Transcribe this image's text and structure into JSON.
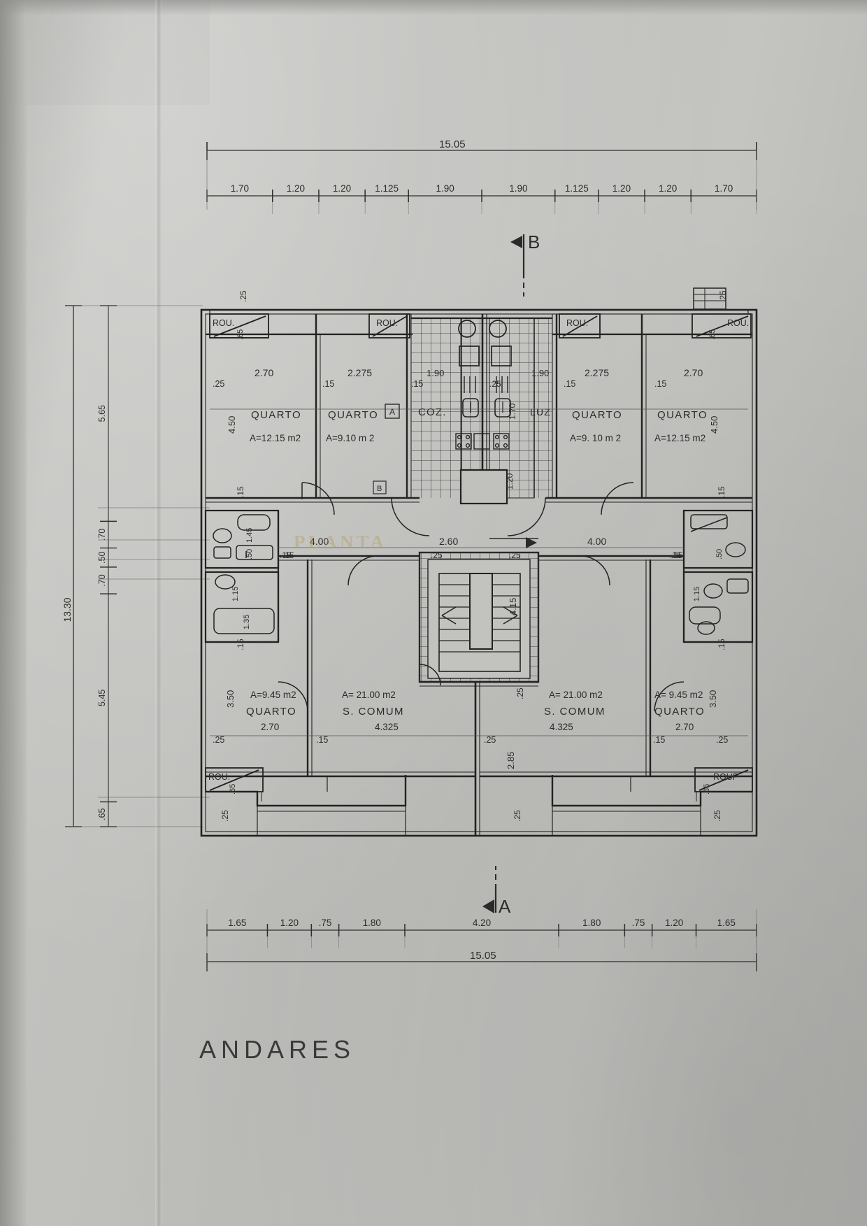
{
  "drawing": {
    "title": "ANDARES",
    "watermark": "PLANTA",
    "overall_width": "15.05",
    "overall_height": "13.30"
  },
  "section_markers": [
    {
      "label": "B",
      "position": "top"
    },
    {
      "label": "A",
      "position": "bottom"
    }
  ],
  "door_markers": [
    {
      "label": "A"
    },
    {
      "label": "B"
    }
  ],
  "dimensions": {
    "top_total": "15.05",
    "top_chain": [
      "1.70",
      "1.20",
      "1.20",
      "1.125",
      "1.90",
      "1.90",
      "1.125",
      "1.20",
      "1.20",
      "1.70"
    ],
    "bottom_total": "15.05",
    "bottom_chain": [
      "1.65",
      "1.20",
      ".75",
      "1.80",
      "4.20",
      "1.80",
      ".75",
      "1.20",
      "1.65"
    ],
    "left_total": "13.30",
    "left_chain": [
      "5.65",
      ".70",
      ".50",
      ".70",
      "5.45",
      ".65"
    ],
    "interior_widths": {
      "left_quarto_a": "2.70",
      "left_quarto_b": "2.275",
      "kitchen": "1.90",
      "right_kitchen": "1.90",
      "right_quarto_b": "2.275",
      "right_quarto_a": "2.70",
      "salon_left": "4.00",
      "salon_center": "2.60",
      "salon_right": "4.00",
      "salon_width_left": "4.325",
      "salon_width_right": "4.325",
      "lower_quarto_left": "2.70",
      "lower_quarto_right": "2.70"
    },
    "wall_thickness": [
      ".25",
      ".15",
      ".25",
      ".15",
      ".25",
      ".15",
      ".25"
    ],
    "interior_heights": {
      "upper_quarto": "4.50",
      "lower_quarto": "3.50",
      "stair_depth": "4.15",
      "entry_depth": "2.85",
      "light_well": "1.70",
      "light_well_b": "1.20",
      "closet": ".65",
      "bath_a": "1.45",
      "bath_b": ".50",
      "bath_c": "1.15",
      "bath_d": "1.35"
    }
  },
  "rooms": [
    {
      "id": "quarto-nw",
      "name": "QUARTO",
      "area": "A=12.15 m2",
      "width": "2.70",
      "height": "4.50"
    },
    {
      "id": "quarto-nwi",
      "name": "QUARTO",
      "area": "A=9.10 m 2",
      "width": "2.275",
      "height": "4.50"
    },
    {
      "id": "coz-left",
      "name": "COZ.",
      "area": "",
      "width": "1.90",
      "height": ""
    },
    {
      "id": "luz",
      "name": "LUZ",
      "area": "",
      "width": "1.90",
      "height": ""
    },
    {
      "id": "quarto-nei",
      "name": "QUARTO",
      "area": "A=9. 10 m 2",
      "width": "2.275",
      "height": "4.50"
    },
    {
      "id": "quarto-ne",
      "name": "QUARTO",
      "area": "A=12.15 m2",
      "width": "2.70",
      "height": "4.50"
    },
    {
      "id": "quarto-sw",
      "name": "QUARTO",
      "area": "A=9.45 m2",
      "width": "2.70",
      "height": "3.50"
    },
    {
      "id": "salon-left",
      "name": "S. COMUM",
      "area": "A= 21.00 m2",
      "width": "4.325",
      "height": ""
    },
    {
      "id": "salon-right",
      "name": "S. COMUM",
      "area": "A= 21.00 m2",
      "width": "4.325",
      "height": ""
    },
    {
      "id": "quarto-se",
      "name": "QUARTO",
      "area": "A= 9.45 m2",
      "width": "2.70",
      "height": "3.50"
    }
  ],
  "closets": [
    {
      "label": "ROU.",
      "dim": ".65",
      "corner": "top-left"
    },
    {
      "label": "ROU.",
      "dim": "",
      "corner": "top-left-inner"
    },
    {
      "label": "ROU.",
      "dim": "",
      "corner": "top-right-inner"
    },
    {
      "label": "ROU.",
      "dim": ".65",
      "corner": "top-right"
    },
    {
      "label": "ROU.",
      "dim": ".65",
      "corner": "bottom-left"
    },
    {
      "label": "ROUP",
      "dim": ".65",
      "corner": "bottom-right"
    }
  ],
  "legend": {
    "unit": "m",
    "area_prefix": "A="
  }
}
